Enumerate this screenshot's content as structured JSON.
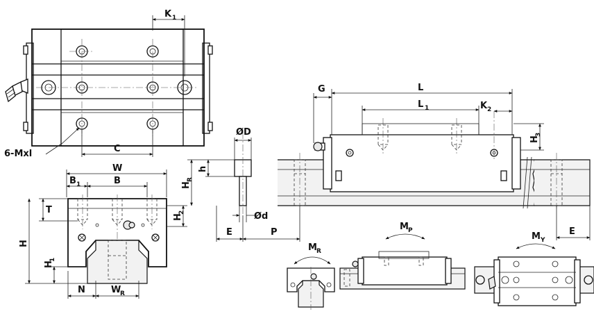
{
  "labels": {
    "k1_main": "K",
    "k1_sub": "1",
    "mxl": "6-Mxl",
    "c": "C",
    "w": "W",
    "b1_main": "B",
    "b1_sub": "1",
    "b": "B",
    "t": "T",
    "h": "H",
    "h1_main": "H",
    "h1_sub": "1",
    "h2_main": "H",
    "h2_sub": "2",
    "n": "N",
    "wr_main": "W",
    "wr_sub": "R",
    "od": "ØD",
    "hr_main": "H",
    "hr_sub": "R",
    "h_small": "h",
    "od_small": "Ød",
    "e_left": "E",
    "p": "P",
    "g": "G",
    "l": "L",
    "l1_main": "L",
    "l1_sub": "1",
    "k2_main": "K",
    "k2_sub": "2",
    "h3_main": "H",
    "h3_sub": "3",
    "e_right": "E",
    "mr_main": "M",
    "mr_sub": "R",
    "mp_main": "M",
    "mp_sub": "P",
    "my_main": "M",
    "my_sub": "Y"
  }
}
